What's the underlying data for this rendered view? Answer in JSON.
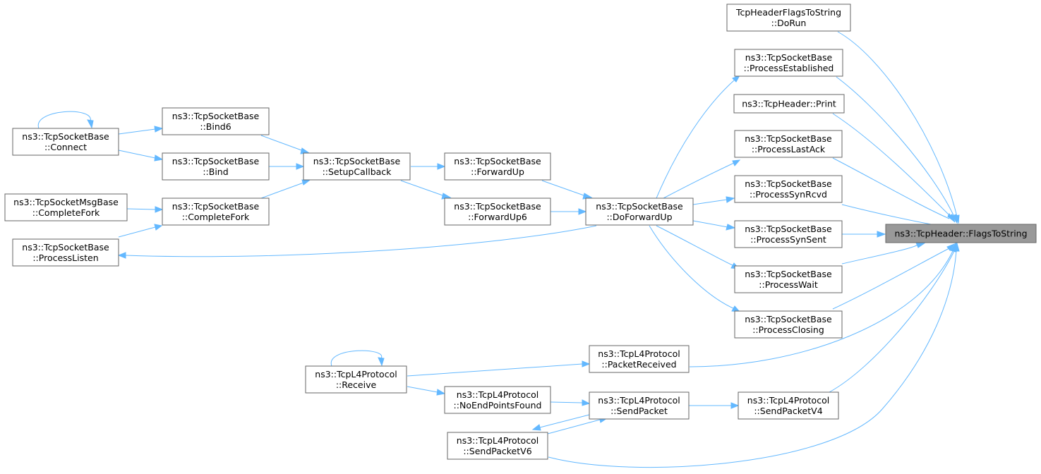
{
  "graph": {
    "focus": "ns3::TcpHeader::FlagsToString",
    "edge_color": "#63b8ff",
    "node_border": "#666666",
    "focus_fill": "#999999",
    "nodes": {
      "flags": [
        "ns3::TcpHeader::FlagsToString"
      ],
      "dorun": [
        "TcpHeaderFlagsToString",
        "::DoRun"
      ],
      "established": [
        "ns3::TcpSocketBase",
        "::ProcessEstablished"
      ],
      "print": [
        "ns3::TcpHeader::Print"
      ],
      "lastack": [
        "ns3::TcpSocketBase",
        "::ProcessLastAck"
      ],
      "synrcvd": [
        "ns3::TcpSocketBase",
        "::ProcessSynRcvd"
      ],
      "synsent": [
        "ns3::TcpSocketBase",
        "::ProcessSynSent"
      ],
      "wait": [
        "ns3::TcpSocketBase",
        "::ProcessWait"
      ],
      "closing": [
        "ns3::TcpSocketBase",
        "::ProcessClosing"
      ],
      "sendv4": [
        "ns3::TcpL4Protocol",
        "::SendPacketV4"
      ],
      "dofwd": [
        "ns3::TcpSocketBase",
        "::DoForwardUp"
      ],
      "fwd": [
        "ns3::TcpSocketBase",
        "::ForwardUp"
      ],
      "fwd6": [
        "ns3::TcpSocketBase",
        "::ForwardUp6"
      ],
      "setup": [
        "ns3::TcpSocketBase",
        "::SetupCallback"
      ],
      "bind6": [
        "ns3::TcpSocketBase",
        "::Bind6"
      ],
      "bind": [
        "ns3::TcpSocketBase",
        "::Bind"
      ],
      "cfork": [
        "ns3::TcpSocketBase",
        "::CompleteFork"
      ],
      "connect": [
        "ns3::TcpSocketBase",
        "::Connect"
      ],
      "msgfork": [
        "ns3::TcpSocketMsgBase",
        "::CompleteFork"
      ],
      "listen": [
        "ns3::TcpSocketBase",
        "::ProcessListen"
      ],
      "pktrecv": [
        "ns3::TcpL4Protocol",
        "::PacketReceived"
      ],
      "receive": [
        "ns3::TcpL4Protocol",
        "::Receive"
      ],
      "noend": [
        "ns3::TcpL4Protocol",
        "::NoEndPointsFound"
      ],
      "sendpkt": [
        "ns3::TcpL4Protocol",
        "::SendPacket"
      ],
      "sendv6": [
        "ns3::TcpL4Protocol",
        "::SendPacketV6"
      ]
    }
  }
}
